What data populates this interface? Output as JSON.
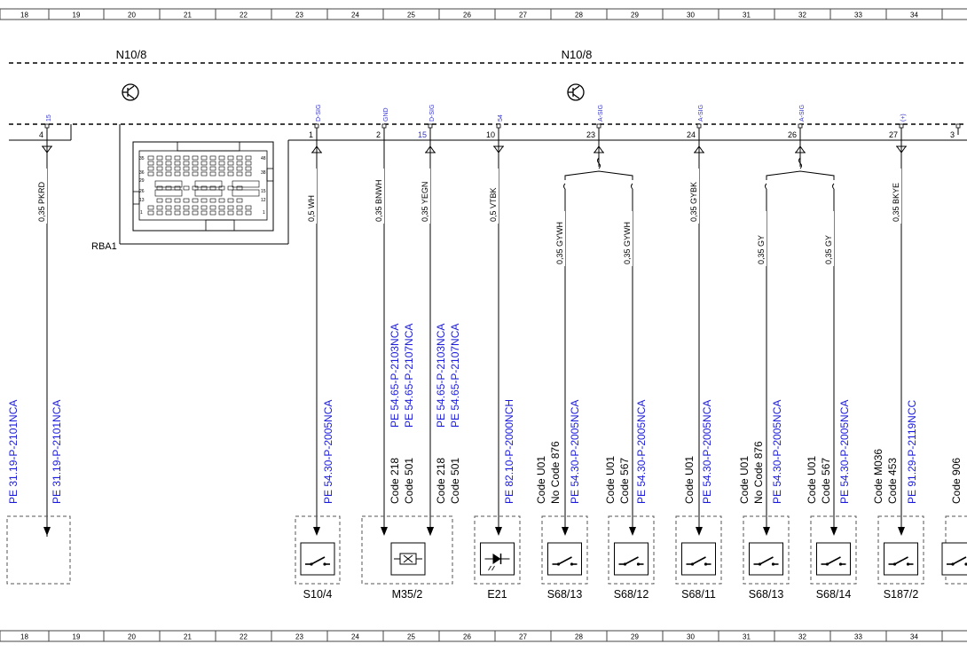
{
  "ruler": {
    "numbers": [
      "18",
      "19",
      "20",
      "21",
      "22",
      "23",
      "24",
      "25",
      "26",
      "27",
      "28",
      "29",
      "30",
      "31",
      "32",
      "33",
      "34"
    ]
  },
  "units": [
    {
      "label": "N10/8"
    },
    {
      "label": "N10/8"
    }
  ],
  "connector": {
    "label": "RBA1",
    "pins_left": [
      "35",
      "36",
      "29",
      "26",
      "13",
      "1"
    ],
    "pins_right": [
      "48",
      "38",
      "15",
      "12",
      "1"
    ]
  },
  "wires": [
    {
      "pin": "4",
      "signal": "15",
      "wire": "0,35 PKRD",
      "arrow": "down"
    },
    {
      "pin": "1",
      "signal": "D-SIG",
      "wire": "0,5 WH",
      "arrow": "up"
    },
    {
      "pin": "2",
      "signal": "GND",
      "wire": "0,35 BNWH",
      "arrow": "none"
    },
    {
      "pin": "15",
      "signal": "D-SIG",
      "wire": "0,35 YEGN",
      "arrow": "up"
    },
    {
      "pin": "10",
      "signal": "54",
      "wire": "0,5 VTBK",
      "arrow": "down"
    },
    {
      "pin": "23",
      "signal": "A-SIG",
      "wire": "",
      "arrow": "up"
    },
    {
      "pin": "24",
      "signal": "A-SIG",
      "wire": "0,35 GYBK",
      "arrow": "up"
    },
    {
      "pin": "26",
      "signal": "A-SIG",
      "wire": "",
      "arrow": "up"
    },
    {
      "pin": "27",
      "signal": "(+)",
      "wire": "0,35 BKYE",
      "arrow": "down"
    },
    {
      "pin": "3",
      "signal": "",
      "wire": "",
      "arrow": "none"
    }
  ],
  "branches": [
    "0,35 GYWH",
    "0,35 GYWH",
    "0,35 GY",
    "0,35 GY"
  ],
  "references": [
    {
      "lines": [
        "PE 31.19-P-2101NCA"
      ]
    },
    {
      "lines": [
        "PE 31.19-P-2101NCA"
      ]
    },
    {
      "lines": [
        "PE 54.30-P-2005NCA"
      ]
    },
    {
      "lines": [
        "PE 54.65-P-2103NCA",
        "PE 54.65-P-2107NCA"
      ]
    },
    {
      "lines": [
        "PE 54.65-P-2103NCA",
        "PE 54.65-P-2107NCA"
      ]
    },
    {
      "lines": [
        "PE 82.10-P-2000NCH"
      ]
    },
    {
      "lines": [
        "PE 54.30-P-2005NCA"
      ]
    },
    {
      "lines": [
        "PE 54.30-P-2005NCA"
      ]
    },
    {
      "lines": [
        "PE 54.30-P-2005NCA"
      ]
    },
    {
      "lines": [
        "PE 54.30-P-2005NCA"
      ]
    },
    {
      "lines": [
        "PE 54.30-P-2005NCA"
      ]
    },
    {
      "lines": [
        "PE 91.29-P-2119NCC"
      ]
    }
  ],
  "codes": [
    {
      "lines": [
        "Code 218",
        "Code 501"
      ]
    },
    {
      "lines": [
        "Code 218",
        "Code 501"
      ]
    },
    {
      "lines": [
        "Code U01",
        "No Code 876"
      ]
    },
    {
      "lines": [
        "Code U01",
        "Code 567"
      ]
    },
    {
      "lines": [
        "Code U01"
      ]
    },
    {
      "lines": [
        "Code U01",
        "No Code 876"
      ]
    },
    {
      "lines": [
        "Code U01",
        "Code 567"
      ]
    },
    {
      "lines": [
        "Code M036",
        "Code 453"
      ]
    },
    {
      "lines": [
        "Code 906"
      ]
    }
  ],
  "components": [
    {
      "label": "",
      "icon": "none"
    },
    {
      "label": "S10/4",
      "icon": "switch-icon"
    },
    {
      "label": "M35/2",
      "icon": "motor-icon"
    },
    {
      "label": "E21",
      "icon": "led-icon"
    },
    {
      "label": "S68/13",
      "icon": "switch-icon"
    },
    {
      "label": "S68/12",
      "icon": "switch-icon"
    },
    {
      "label": "S68/11",
      "icon": "switch-icon"
    },
    {
      "label": "S68/13",
      "icon": "switch-icon"
    },
    {
      "label": "S68/14",
      "icon": "switch-icon"
    },
    {
      "label": "S187/2",
      "icon": "switch-icon"
    },
    {
      "label": "",
      "icon": "switch-icon"
    }
  ],
  "colors": {
    "line": "#000000",
    "reference_text": "#1a1adc",
    "signal_text": "#3333cc",
    "ruler_border": "#444444"
  }
}
